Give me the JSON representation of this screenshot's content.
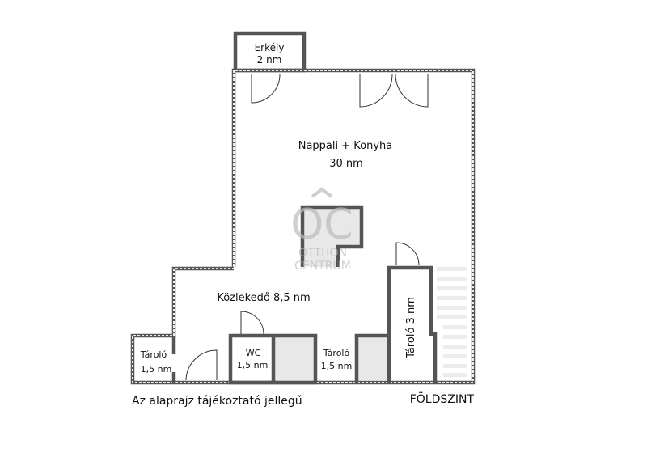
{
  "rooms": {
    "balcony": {
      "name": "Erkély",
      "area": "2 nm"
    },
    "living": {
      "name": "Nappali + Konyha",
      "area": "30 nm"
    },
    "corridor": {
      "label": "Közlekedő 8,5 nm"
    },
    "storage_left": {
      "name": "Tároló",
      "area": "1,5 nm"
    },
    "wc": {
      "name": "WC",
      "area": "1,5 nm"
    },
    "storage_mid": {
      "name": "Tároló",
      "area": "1,5 nm"
    },
    "storage_right": {
      "label": "Tároló 3 nm"
    }
  },
  "watermark": {
    "logo": "OC",
    "line1": "OTTHON",
    "line2": "CENTRUM"
  },
  "footer": {
    "disclaimer": "Az alaprajz tájékoztató jellegű",
    "level": "FÖLDSZINT"
  }
}
